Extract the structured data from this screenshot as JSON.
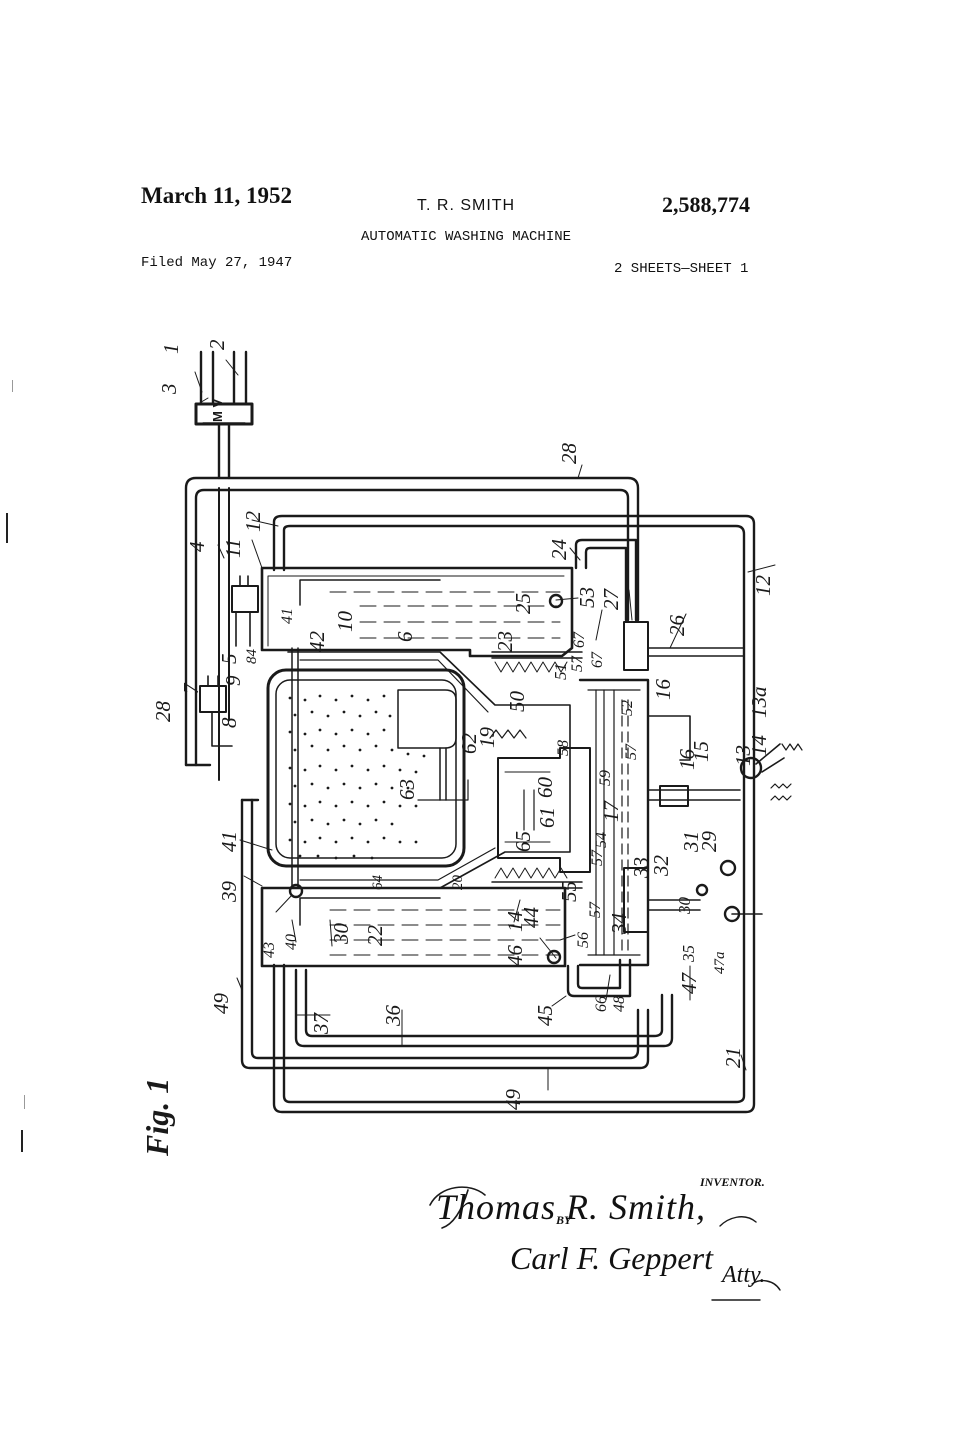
{
  "header": {
    "date": "March 11, 1952",
    "inventor": "T. R. SMITH",
    "patent_number": "2,588,774",
    "title": "AUTOMATIC WASHING MACHINE",
    "filed": "Filed May 27, 1947",
    "sheets": "2 SHEETS—SHEET 1"
  },
  "figure": {
    "label": "Fig. 1",
    "valve_label": "M V",
    "reference_numerals": [
      "1",
      "2",
      "3",
      "4",
      "5",
      "6",
      "7",
      "8",
      "9",
      "10",
      "11",
      "12",
      "12",
      "13",
      "13a",
      "14",
      "14",
      "15",
      "16",
      "16",
      "17",
      "19",
      "20",
      "21",
      "22",
      "23",
      "24",
      "25",
      "26",
      "27",
      "28",
      "28",
      "29",
      "30",
      "30",
      "31",
      "32",
      "33",
      "34",
      "35",
      "36",
      "37",
      "39",
      "40",
      "41",
      "41",
      "42",
      "43",
      "44",
      "45",
      "46",
      "47",
      "47a",
      "48",
      "49",
      "49",
      "50",
      "51",
      "52",
      "53",
      "54",
      "55",
      "56",
      "57",
      "57",
      "57",
      "57",
      "58",
      "59",
      "60",
      "61",
      "62",
      "63",
      "64",
      "65",
      "66",
      "67",
      "67",
      "84"
    ]
  },
  "signature": {
    "inventor_label": "INVENTOR.",
    "inventor_name": "Thomas R. Smith,",
    "by_label": "BY",
    "attorney": "Carl F. Geppert",
    "attorney_suffix": "Atty."
  }
}
